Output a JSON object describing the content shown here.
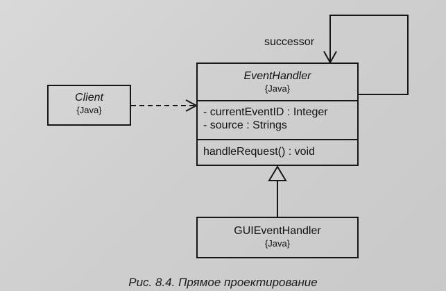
{
  "diagram": {
    "client": {
      "name": "Client",
      "stereotype": "{Java}"
    },
    "event_handler": {
      "name": "EventHandler",
      "stereotype": "{Java}",
      "attributes": [
        "- currentEventID : Integer",
        "- source : Strings"
      ],
      "operations": [
        "handleRequest() : void"
      ]
    },
    "gui_event_handler": {
      "name": "GUIEventHandler",
      "stereotype": "{Java}"
    },
    "successor_label": "successor",
    "caption": "Рис. 8.4. Прямое проектирование"
  }
}
